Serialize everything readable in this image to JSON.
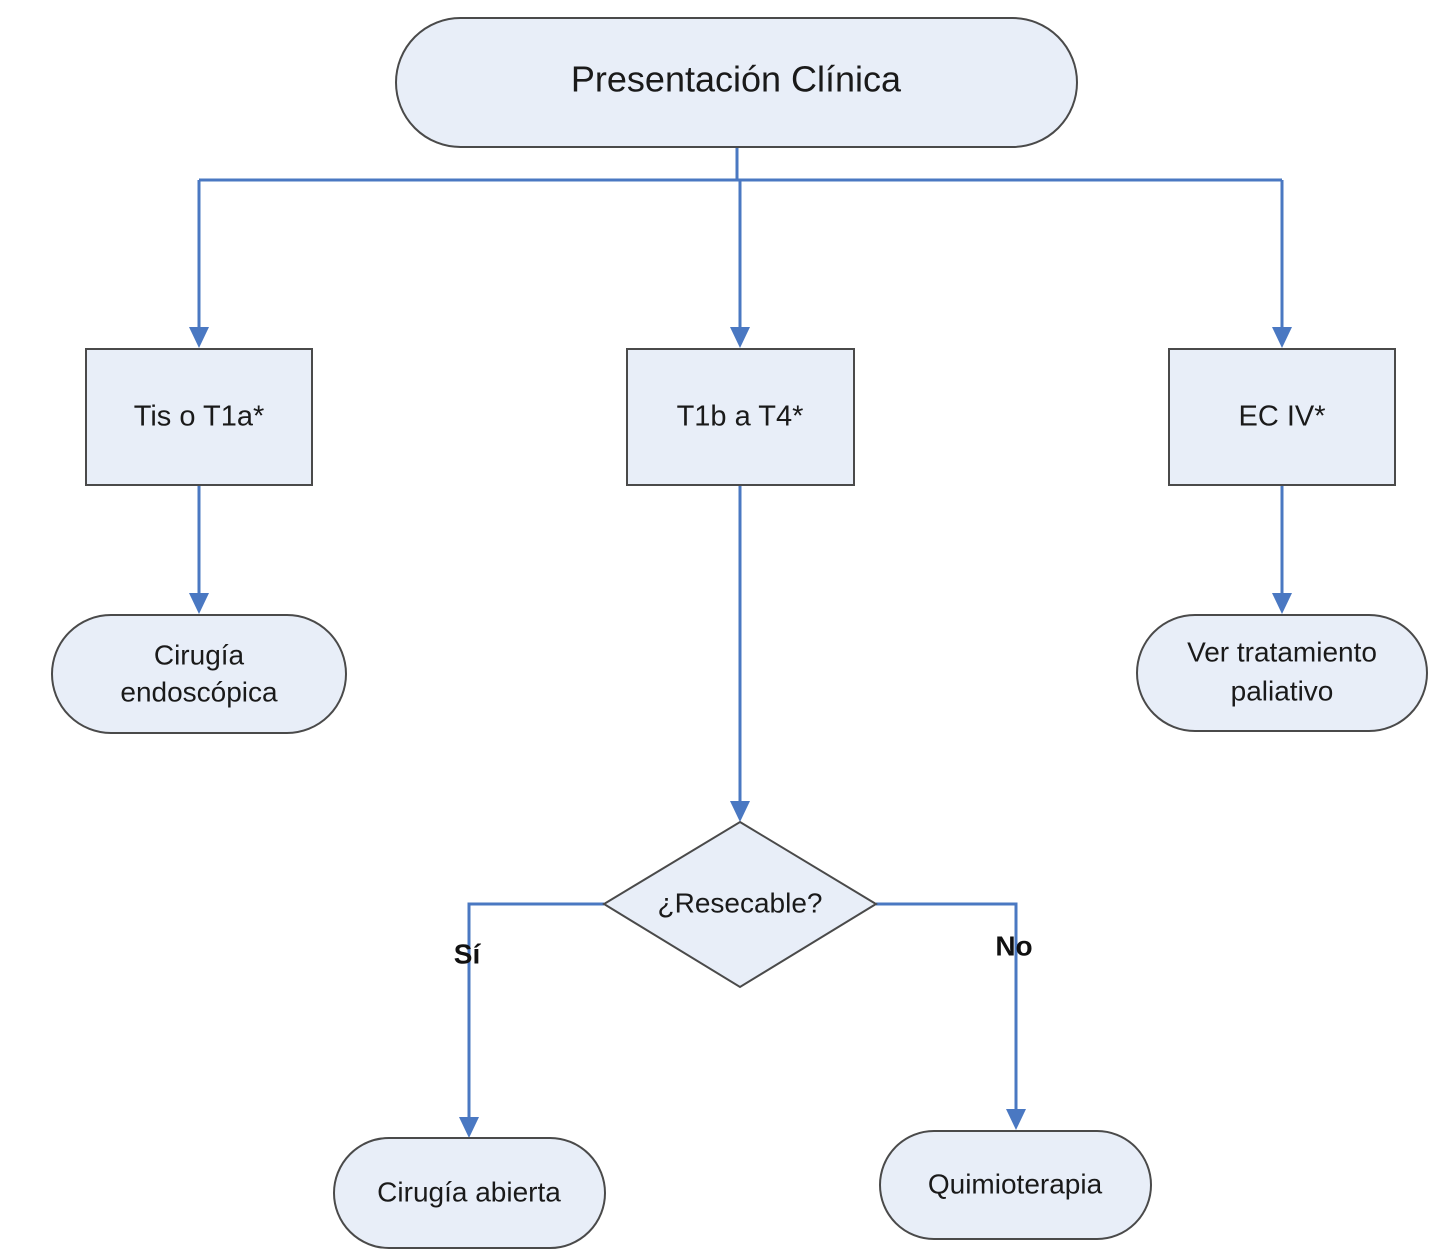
{
  "nodes": {
    "start": "Presentación Clínica",
    "tis": "Tis o T1a*",
    "t1b": "T1b a T4*",
    "ec4": "EC IV*",
    "endoscopic": [
      "Cirugía",
      "endoscópica"
    ],
    "palliative": [
      "Ver tratamiento",
      "paliativo"
    ],
    "decision": "¿Resecable?",
    "open_surgery": "Cirugía abierta",
    "chemo": "Quimioterapia"
  },
  "edges": {
    "yes": "Sí",
    "no": "No"
  },
  "colors": {
    "node_fill": "#e8eef8",
    "node_stroke": "#4a4a4a",
    "connector": "#4a78c2"
  }
}
